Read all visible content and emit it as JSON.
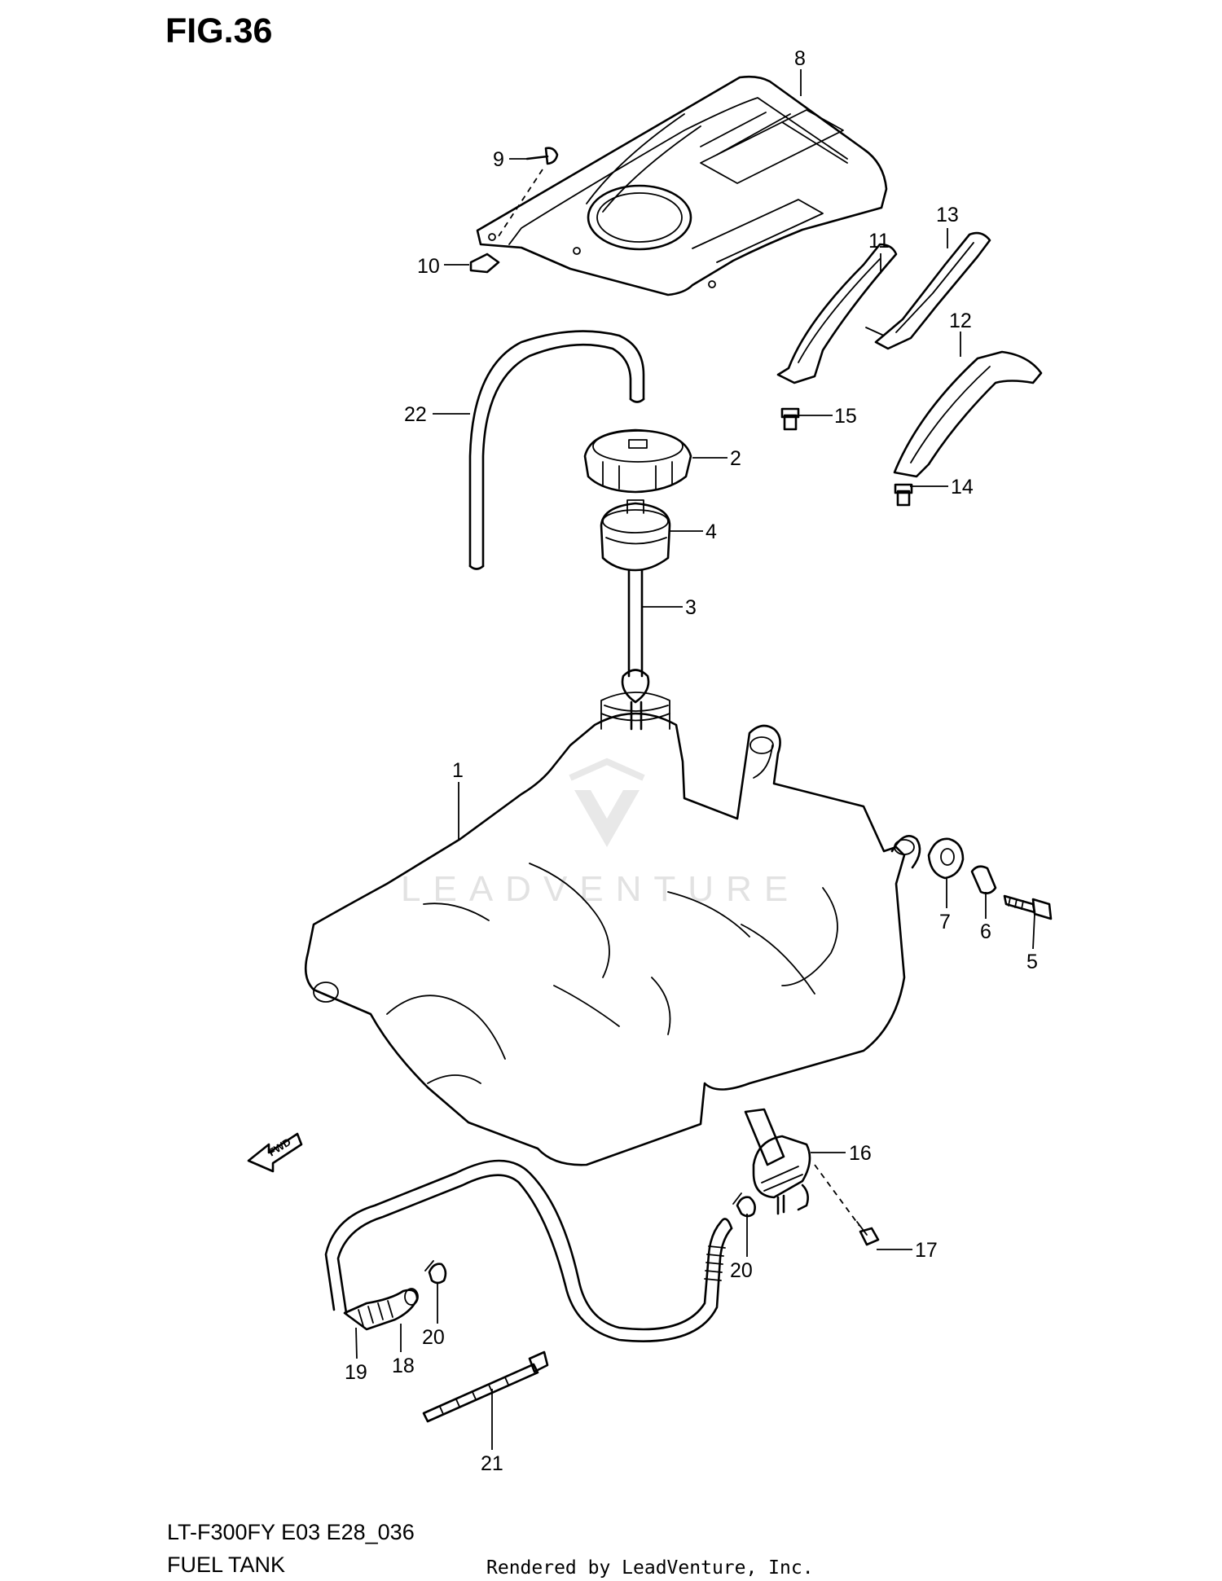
{
  "figure": {
    "title": "FIG.36",
    "model_code": "LT-F300FY E03 E28_036",
    "subtitle": "FUEL TANK",
    "rendered_by": "Rendered by LeadVenture, Inc."
  },
  "watermark": {
    "text": "LEADVENTURE"
  },
  "direction_arrow": {
    "label": "FWD"
  },
  "callouts": [
    "1",
    "2",
    "3",
    "4",
    "5",
    "6",
    "7",
    "8",
    "9",
    "10",
    "11",
    "12",
    "13",
    "14",
    "15",
    "16",
    "17",
    "18",
    "19",
    "20",
    "20",
    "21",
    "22"
  ],
  "colors": {
    "line": "#000000",
    "background": "#ffffff",
    "watermark": "#e2e2e2"
  }
}
